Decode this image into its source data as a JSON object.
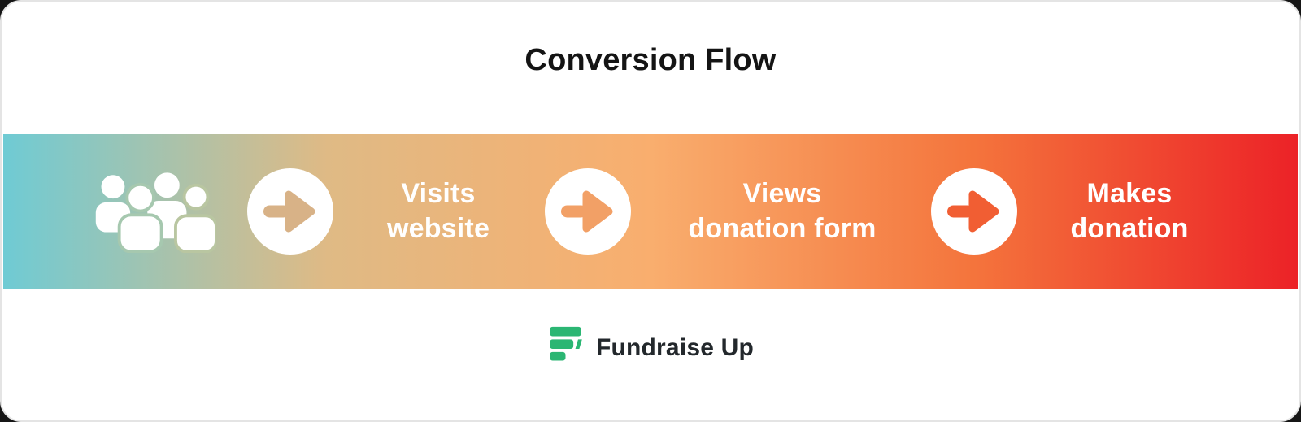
{
  "title": "Conversion Flow",
  "flow": {
    "steps": [
      {
        "line1": "Visits",
        "line2": "website"
      },
      {
        "line1": "Views",
        "line2": "donation form"
      },
      {
        "line1": "Makes",
        "line2": "donation"
      }
    ]
  },
  "footer": {
    "brand": "Fundraise Up"
  },
  "colors": {
    "title_text": "#141414",
    "gradient_start": "#6FCBD4",
    "gradient_25": "#DFBA85",
    "gradient_mid": "#F9AE6E",
    "gradient_75": "#F4743C",
    "gradient_end": "#EC2227",
    "arrow_1": "#D8B287",
    "arrow_2": "#F2A066",
    "arrow_3": "#F15E33",
    "people_gap_left": "#A6C8AF",
    "people_gap_right": "#B9C6A1",
    "brand_green": "#2BB673",
    "brand_text": "#23282C"
  }
}
